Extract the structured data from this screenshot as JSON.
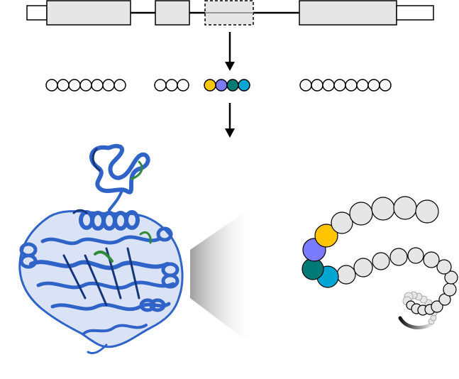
{
  "colors": {
    "exon_fill": "#e6e6e6",
    "stroke": "#000000",
    "residue_plain": "#ffffff",
    "highlight": [
      "#ffc500",
      "#7b7bff",
      "#007a77",
      "#00a5d1"
    ],
    "protein_main": "#2f63c8",
    "protein_dark": "#16357d",
    "protein_green": "#2f8a3a",
    "bead_grey": "#e6e6e6",
    "wedge_grey": "#9a9a9a"
  },
  "gene": {
    "segments": [
      "utr",
      "exon",
      "exon",
      "removed-exon",
      "exon",
      "utr"
    ]
  },
  "residue_groups": [
    {
      "count": 7,
      "highlight": false
    },
    {
      "count": 3,
      "highlight": false
    },
    {
      "count": 4,
      "highlight": true
    },
    {
      "count": 8,
      "highlight": false
    }
  ],
  "bead_chain": {
    "highlight_positions": [
      6,
      7,
      8,
      9
    ],
    "bead_count": 34
  }
}
